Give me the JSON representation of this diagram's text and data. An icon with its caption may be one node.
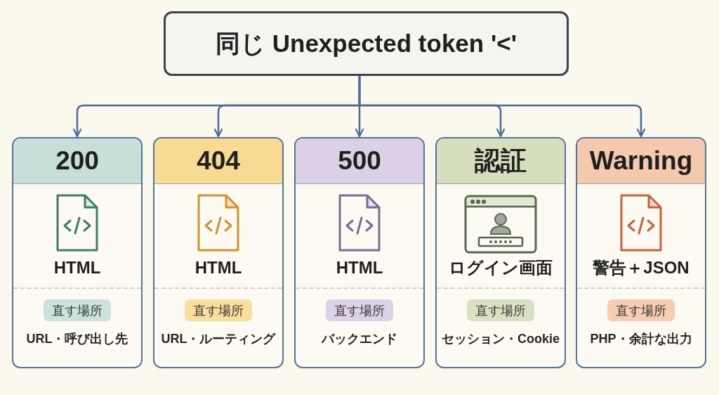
{
  "diagram": {
    "nodes": [
      {
        "text": [
          "同じ Unexpected token '<'"
        ]
      },
      {
        "text": [
          "200",
          "HTML",
          "URL・呼び出し先"
        ]
      },
      {
        "text": [
          "直す場所"
        ],
        "in": 1
      },
      {
        "text": [
          "404",
          "HTML",
          "URL・ルーティング"
        ]
      },
      {
        "text": [
          "直す場所"
        ],
        "in": 3
      },
      {
        "text": [
          "500",
          "HTML",
          "バックエンド"
        ]
      },
      {
        "text": [
          "直す場所"
        ],
        "in": 5
      },
      {
        "text": [
          "認証",
          "ログイン画面",
          "セッション・Cookie"
        ]
      },
      {
        "text": [
          "直す場所"
        ],
        "in": 7
      },
      {
        "text": [
          "Warning",
          "警告＋JSON",
          "PHP・余計な出力"
        ]
      },
      {
        "text": [
          "直す場所"
        ],
        "in": 9
      }
    ],
    "edges": [
      {
        "from": 0,
        "to": 1,
        "arrow": "to"
      },
      {
        "from": 0,
        "to": 3,
        "arrow": "to"
      },
      {
        "from": 0,
        "to": 5,
        "arrow": "to"
      },
      {
        "from": 0,
        "to": 7,
        "arrow": "to"
      },
      {
        "from": 0,
        "to": 9,
        "arrow": "to"
      }
    ]
  }
}
